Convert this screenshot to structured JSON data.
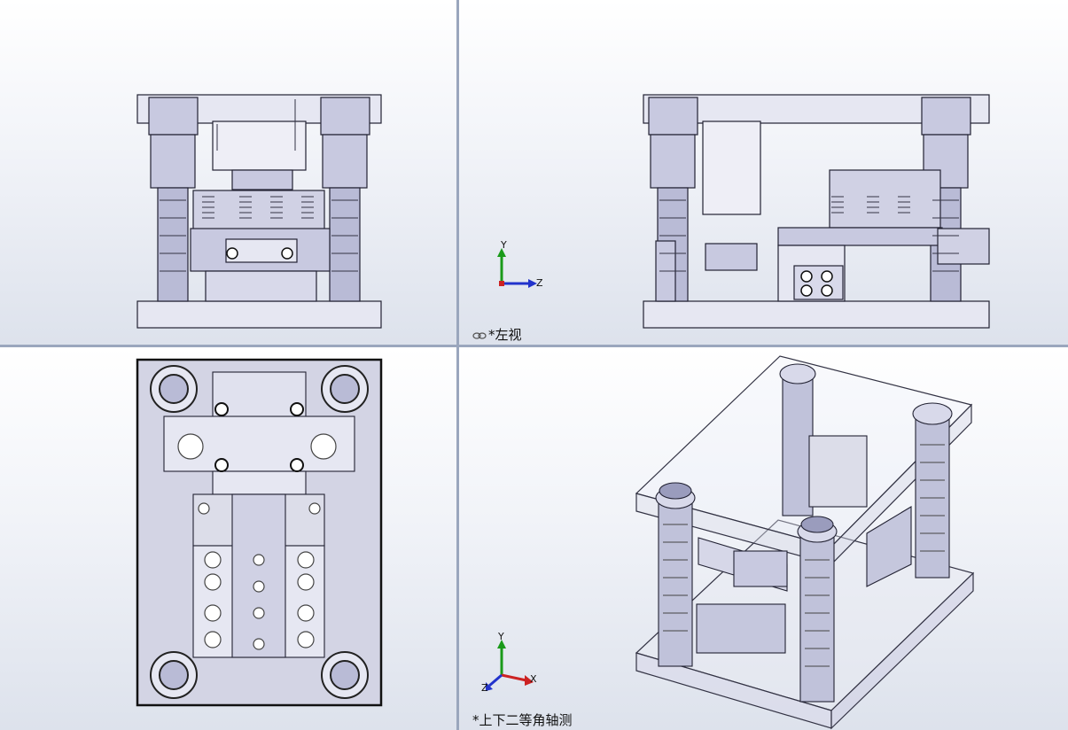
{
  "views": {
    "front": {
      "label": ""
    },
    "left": {
      "label": "*左视"
    },
    "top": {
      "label": ""
    },
    "iso": {
      "label": "*上下二等角轴测"
    }
  },
  "triad": {
    "y": "Y",
    "z": "Z",
    "x": "X"
  },
  "colors": {
    "background_top": "#ffffff",
    "background_bottom": "#dde2ec",
    "divider": "#9aa6bd",
    "part_fill": "#c8c9e0",
    "part_stroke": "#222233",
    "axis_y": "#1a9a1a",
    "axis_x": "#cc2222",
    "axis_z": "#2233cc"
  },
  "icons": {
    "view_link": "chain-link-icon"
  }
}
